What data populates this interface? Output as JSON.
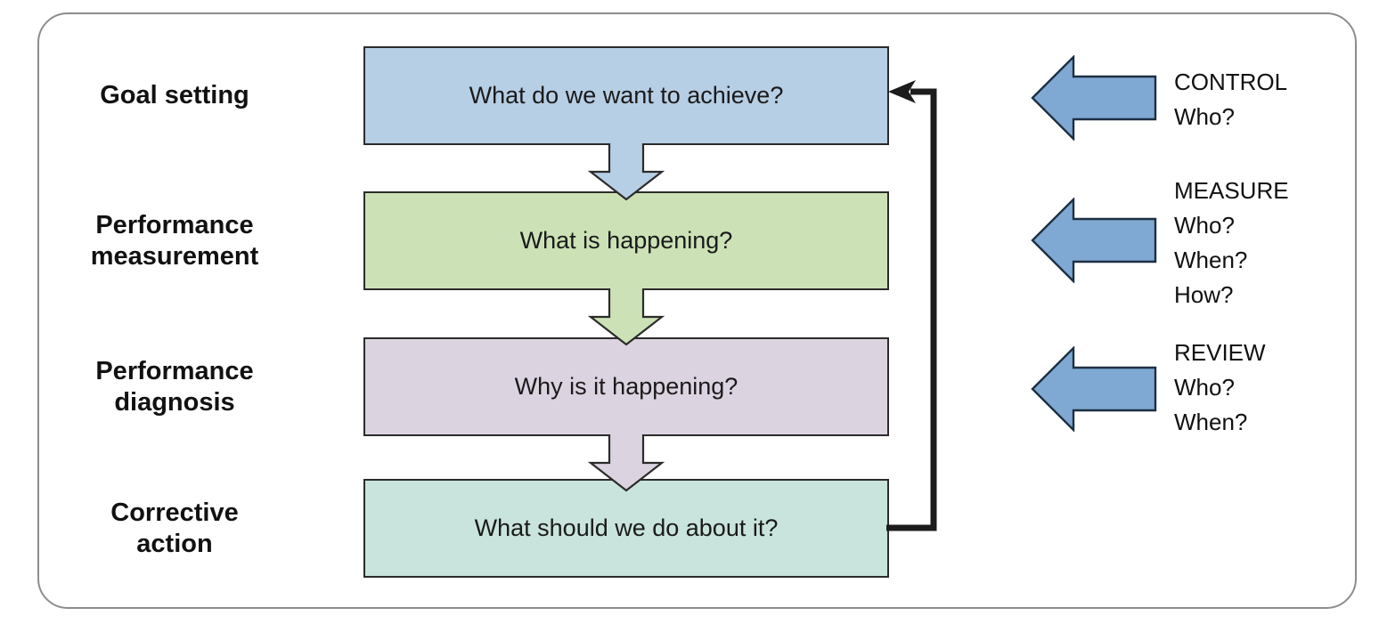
{
  "figure": {
    "stages": [
      {
        "label": [
          "Goal setting"
        ],
        "question": "What do we want to achieve?",
        "fill": "#b7cfe5"
      },
      {
        "label": [
          "Performance",
          "measurement"
        ],
        "question": "What is happening?",
        "fill": "#cce2b6"
      },
      {
        "label": [
          "Performance",
          "diagnosis"
        ],
        "question": "Why is it happening?",
        "fill": "#dcd3e0"
      },
      {
        "label": [
          "Corrective",
          "action"
        ],
        "question": "What should we do about it?",
        "fill": "#c9e4dc"
      }
    ],
    "annotations": [
      {
        "title": "CONTROL",
        "items": [
          "Who?"
        ]
      },
      {
        "title": "MEASURE",
        "items": [
          "Who?",
          "When?",
          "How?"
        ]
      },
      {
        "title": "REVIEW",
        "items": [
          "Who?",
          "When?"
        ]
      }
    ],
    "colors": {
      "block_arrow_fill": "#7fa9d3",
      "block_arrow_stroke": "#1d2f42",
      "box_border": "#2b2b2b",
      "loop_line": "#1c1c1c",
      "frame_border": "#8d8d8d",
      "background": "#ffffff",
      "text": "#111111"
    }
  }
}
